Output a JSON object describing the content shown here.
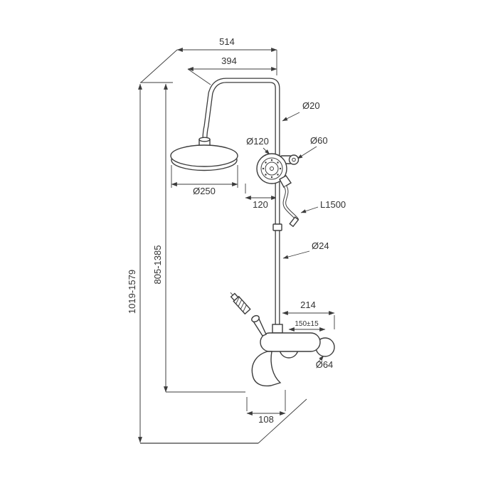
{
  "colors": {
    "line": "#3c3c3c",
    "background": "#ffffff"
  },
  "dimensions": {
    "top_width": "514",
    "arm_reach": "394",
    "riser_upper_diameter": "Ø20",
    "hand_shower_diameter": "Ø120",
    "holder_diameter": "Ø60",
    "head_diameter": "Ø250",
    "bracket_offset": "120",
    "hose_length": "L1500",
    "riser_lower_diameter": "Ø24",
    "overall_height_range": "1019-1579",
    "column_height_range": "805-1385",
    "mixer_depth": "214",
    "supply_centers": "150±15",
    "escutcheon_diameter": "Ø64",
    "spout_reach": "108"
  }
}
